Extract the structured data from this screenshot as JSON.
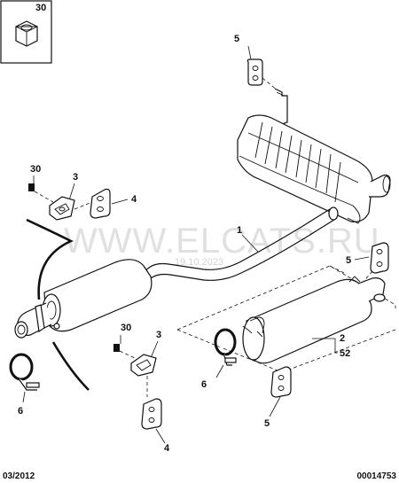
{
  "watermark": {
    "site": "WWW.ELCATS.RU",
    "date": "19.10.2023"
  },
  "callouts": {
    "inset_nut": "30",
    "hanger_top": "5",
    "clamp_nut_left": "30",
    "bracket_left": "3",
    "rubber_left": "4",
    "pipe_assembly": "1",
    "hanger_right": "5",
    "rear_silencer": "2",
    "rear_silencer_alt": "52",
    "clamp_nut_mid": "30",
    "bracket_mid": "3",
    "clamp_mid": "6",
    "clamp_left": "6",
    "rubber_bottom": "5",
    "rubber_lower": "4"
  },
  "footer": {
    "date_code": "03/2012",
    "diagram_number": "00014753"
  },
  "colors": {
    "line": "#111111",
    "watermark": "#c8c8c8"
  }
}
